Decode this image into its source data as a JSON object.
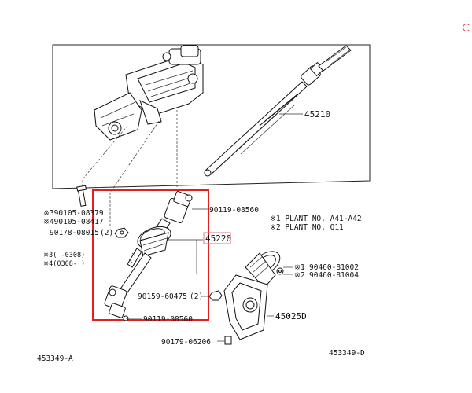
{
  "labels": {
    "steering_column": "45210",
    "shaft_assy": "45220",
    "boot": "45025D",
    "bolt_top": "90119-08560",
    "bolt_bottom": "90119-08560",
    "bolt_mid": "90159-60475",
    "bolt_mid_qty": "(2)",
    "bolt_left1": "※390105-08379",
    "bolt_left2": "※490105-08417",
    "nut_left": "90178-08015",
    "nut_left_qty": "(2)",
    "note_left1": "※3(    -0308)",
    "note_left2": "※4(0308-    )",
    "clip1": "90460-81002",
    "clip2": "90460-81004",
    "clip_marker1": "※1",
    "clip_marker2": "※2",
    "screw_bottom": "90179-06206",
    "plant1": "※1 PLANT  NO. A41-A42",
    "plant2": "※2 PLANT  NO. Q11",
    "fig_left": "453349-A",
    "fig_right": "453349-D"
  },
  "colors": {
    "highlight_box": "#e02020",
    "lines": "#222222",
    "corner_mark": "#d04040"
  }
}
